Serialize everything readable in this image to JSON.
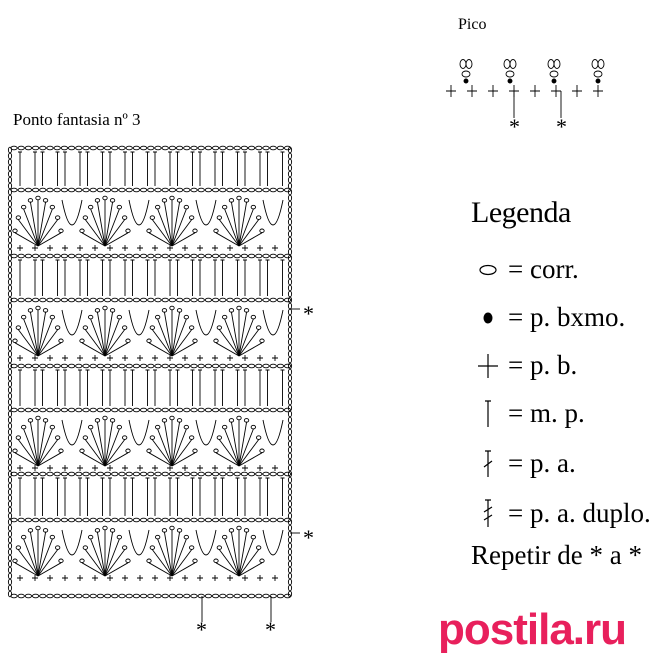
{
  "pico": {
    "title": "Pico",
    "marks": [
      "*",
      "*"
    ]
  },
  "chart": {
    "title": "Ponto fantasia nº 3",
    "marks": [
      "*",
      "*",
      "*",
      "*"
    ]
  },
  "legend": {
    "title": "Legenda",
    "items": [
      {
        "icon": "chain-oval-icon",
        "text": "= corr."
      },
      {
        "icon": "slip-stitch-dot-icon",
        "text": "= p. bxmo."
      },
      {
        "icon": "single-crochet-cross-icon",
        "text": "= p. b."
      },
      {
        "icon": "half-double-crochet-icon",
        "text": "= m. p."
      },
      {
        "icon": "double-crochet-icon",
        "text": "= p. a."
      },
      {
        "icon": "treble-crochet-icon",
        "text": "= p. a. duplo."
      }
    ],
    "repeat": "Repetir de * a *"
  },
  "brand": {
    "text": "postila.ru",
    "color": "#e8205c",
    "icon": "postila-logo-icon"
  }
}
